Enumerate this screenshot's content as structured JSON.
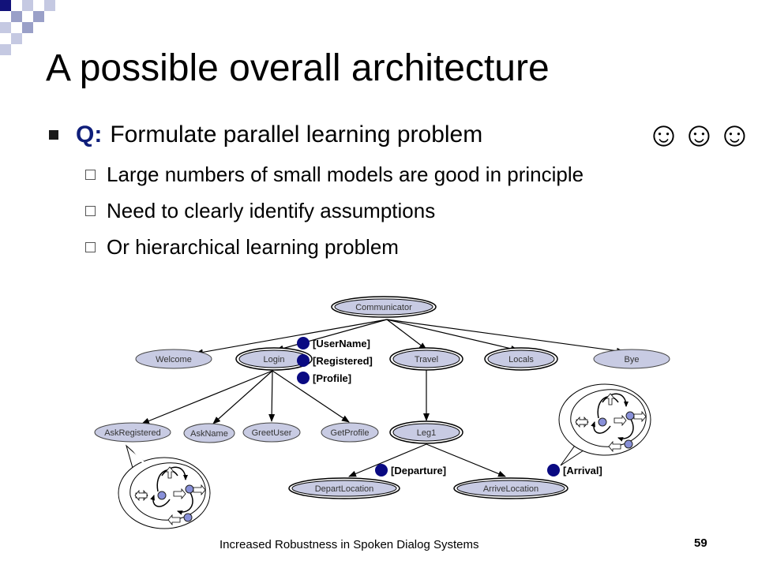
{
  "slide": {
    "title": "A possible overall architecture",
    "main_bullet": {
      "prefix": "Q:",
      "text": "Formulate parallel learning problem"
    },
    "smileys": "☺☺☺",
    "sub_bullets": [
      "Large numbers of small models are good in principle",
      "Need to clearly identify assumptions",
      "Or hierarchical learning problem"
    ],
    "footer": "Increased Robustness in Spoken Dialog Systems",
    "page_number": "59"
  },
  "diagram": {
    "nodes": {
      "communicator": "Communicator",
      "welcome": "Welcome",
      "login": "Login",
      "travel": "Travel",
      "locals": "Locals",
      "bye": "Bye",
      "askregistered": "AskRegistered",
      "askname": "AskName",
      "greetuser": "GreetUser",
      "getprofile": "GetProfile",
      "leg1": "Leg1",
      "departlocation": "DepartLocation",
      "arrivelocation": "ArriveLocation"
    },
    "slots": {
      "username": "[UserName]",
      "registered": "[Registered]",
      "profile": "[Profile]",
      "departure": "[Departure]",
      "arrival": "[Arrival]"
    }
  },
  "colors": {
    "node_fill": "#c8cbe3",
    "slot_dot": "#0a0a82",
    "accent_blue": "#0f1e7a",
    "corner_dark": "#12127a",
    "corner_light": "#9aa0c8"
  }
}
